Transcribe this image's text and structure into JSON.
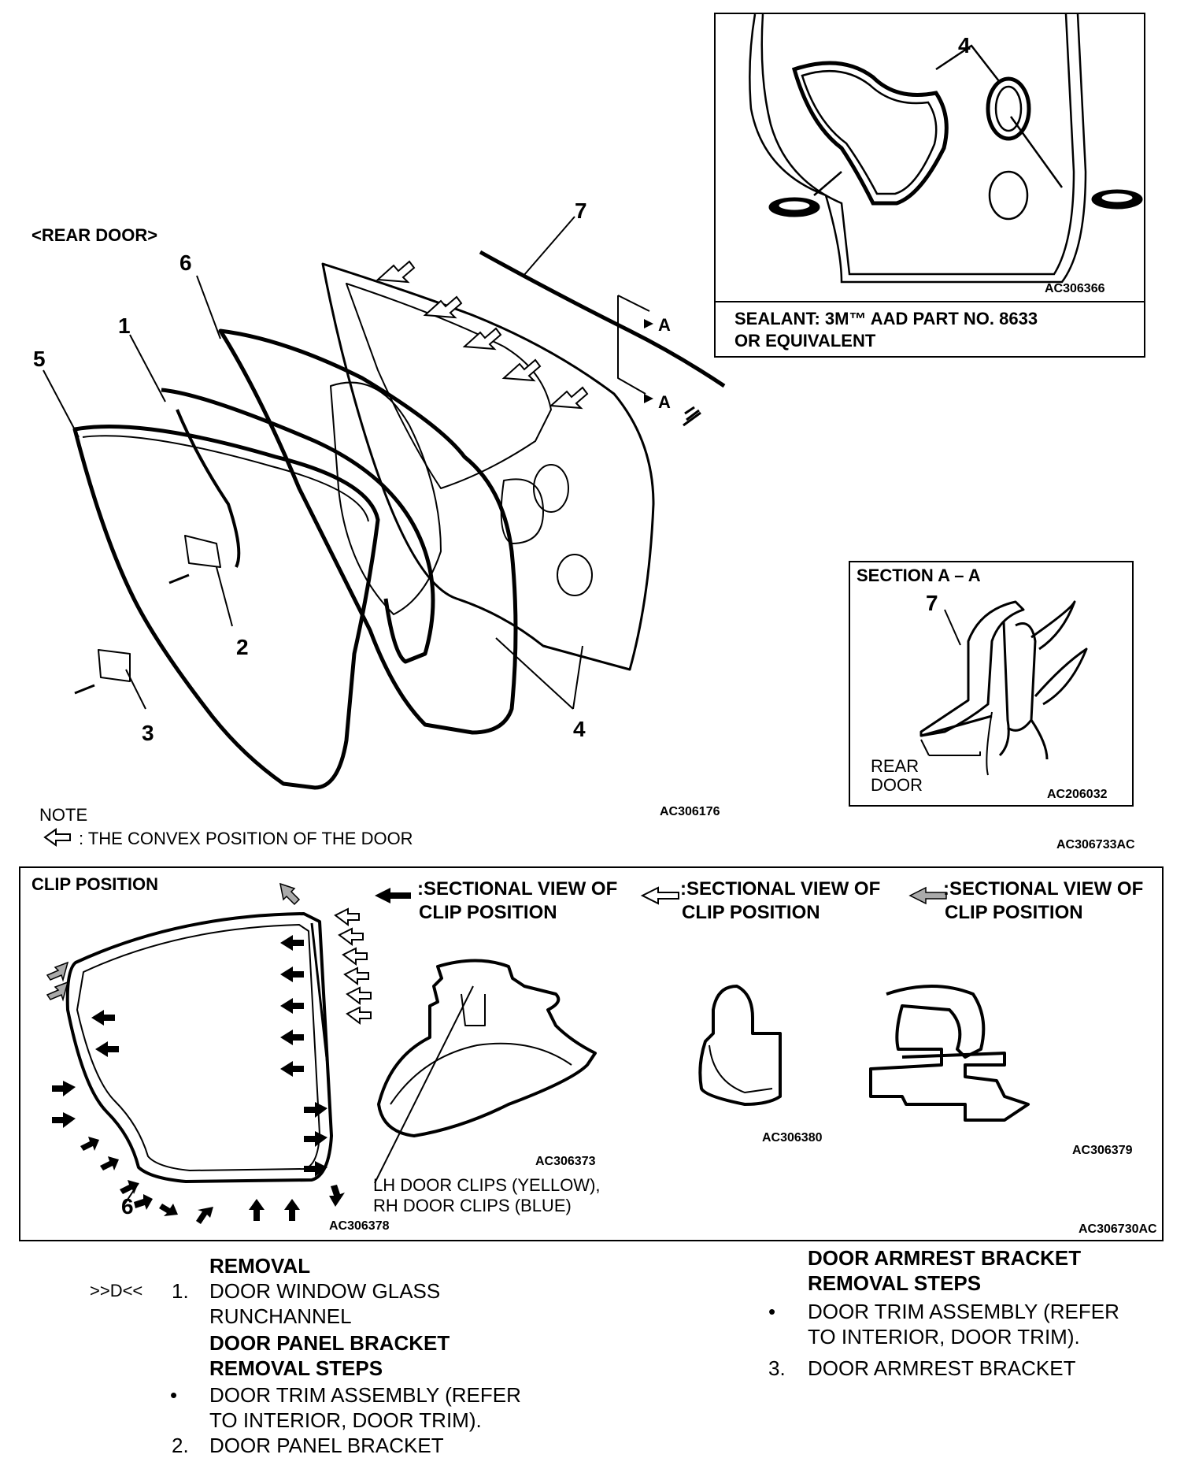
{
  "main_diagram": {
    "title": "<REAR  DOOR>",
    "callouts": [
      "1",
      "2",
      "3",
      "4",
      "5",
      "6",
      "7",
      "4"
    ],
    "section_marks": [
      "A",
      "A"
    ],
    "code": "AC306176",
    "note_label": "NOTE",
    "note_text": ": THE CONVEX POSITION OF THE DOOR",
    "figure_code": "AC306733AC"
  },
  "sealant_inset": {
    "callout": "4",
    "code": "AC306366",
    "caption_line1": "SEALANT: 3M™ AAD PART NO. 8633",
    "caption_line2": "OR EQUIVALENT"
  },
  "section_inset": {
    "title": "SECTION A – A",
    "callout": "7",
    "label_line1": "REAR",
    "label_line2": "DOOR",
    "code": "AC206032"
  },
  "clip_panel": {
    "title": "CLIP POSITION",
    "callout": "6",
    "code": "AC306378",
    "legend": [
      {
        "line1": ":SECTIONAL VIEW OF",
        "line2": "CLIP POSITION",
        "icon": "solid-arrow-icon"
      },
      {
        "line1": ":SECTIONAL VIEW OF",
        "line2": "CLIP POSITION",
        "icon": "outline-arrow-icon"
      },
      {
        "line1": ":SECTIONAL VIEW OF",
        "line2": "CLIP POSITION",
        "icon": "hatched-arrow-icon"
      }
    ],
    "section_codes": [
      "AC306373",
      "AC306380",
      "AC306379"
    ],
    "clip_note_line1": "LH DOOR CLIPS (YELLOW),",
    "clip_note_line2": "RH DOOR CLIPS (BLUE)",
    "figure_code": "AC306730AC"
  },
  "steps_left": {
    "heading": "REMOVAL",
    "marker": ">>D<<",
    "step1_num": "1.",
    "step1_line1": "DOOR WINDOW GLASS",
    "step1_line2": "RUNCHANNEL",
    "subheading_line1": "DOOR PANEL BRACKET",
    "subheading_line2": "REMOVAL STEPS",
    "bullet": "•",
    "bullet_line1": "DOOR TRIM ASSEMBLY (REFER",
    "bullet_line2": "TO  INTERIOR, DOOR TRIM).",
    "step2_num": "2.",
    "step2_text": "DOOR PANEL BRACKET"
  },
  "steps_right": {
    "heading_line1": "DOOR ARMREST BRACKET",
    "heading_line2": "REMOVAL STEPS",
    "bullet": "•",
    "bullet_line1": "DOOR TRIM ASSEMBLY (REFER",
    "bullet_line2": "TO INTERIOR, DOOR TRIM).",
    "step3_num": "3.",
    "step3_text": "DOOR ARMREST BRACKET"
  }
}
